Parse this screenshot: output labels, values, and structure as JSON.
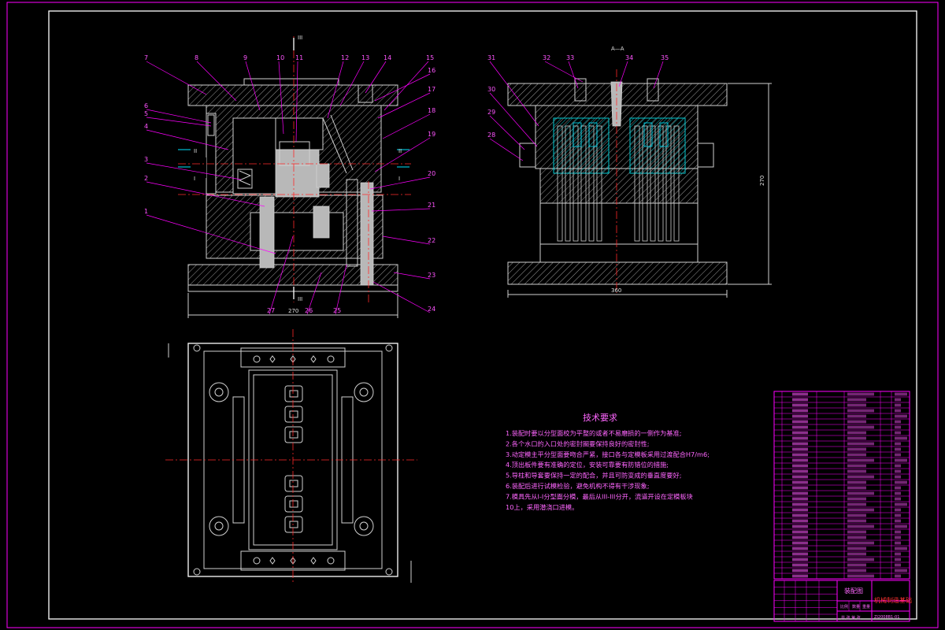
{
  "section_label": "A—A",
  "cut_labels": {
    "top": "III",
    "bottom": "III",
    "left_upper": "II",
    "left_lower": "I",
    "right_upper": "II",
    "right_lower": "I"
  },
  "balloons_left_top": [
    "7",
    "8",
    "9",
    "10",
    "11",
    "12",
    "13",
    "14",
    "15"
  ],
  "balloons_left_side": [
    "6",
    "5",
    "4",
    "3",
    "2",
    "1"
  ],
  "balloons_right_side": [
    "16",
    "17",
    "18",
    "19",
    "20",
    "21",
    "22",
    "23",
    "24"
  ],
  "balloons_left_bottom": [
    "27",
    "26",
    "25"
  ],
  "balloons_section_top": [
    "32",
    "33",
    "34",
    "35"
  ],
  "balloons_section_left": [
    "31",
    "30",
    "29",
    "28"
  ],
  "dimensions": {
    "left_width": "270",
    "section_width": "360",
    "section_height": "270"
  },
  "tech_requirements": {
    "title": "技术要求",
    "items": [
      "1.装配时要以分型面校为平整的或者不易磨损的一侧作为基准;",
      "2.各个水口的入口处的密封圈要保持良好的密封性;",
      "3.动定模主平分型面要吻合严紧，接口各与定模板采用过渡配合H7/m6;",
      "4.顶出板件要有准确的定位，安装可靠要有防错位的措施;",
      "5.导柱和导套要保持一定的配合，并且可防变成的垂直度要好;",
      "6.装配后进行试模检验，避免机构不得有干涉现象;",
      "7.模具先从I-I分型面分模，最后从III-III分开，流道开设在定模板块",
      "10上，采用潜浇口进模。"
    ]
  },
  "title_block": {
    "drawing_name": "装配图",
    "school": "机械制造基础",
    "drawing_no": "ZJ2008B1-01",
    "small_labels": [
      "比例",
      "数量",
      "重量",
      "共 张 第 张"
    ]
  },
  "bom_rows": 34,
  "colors": {
    "frame": "#ff00ff",
    "lines": "#d0d0d0",
    "center": "#ff2a2a",
    "text": "#ff66ff",
    "cyan": "#00e5ff"
  }
}
